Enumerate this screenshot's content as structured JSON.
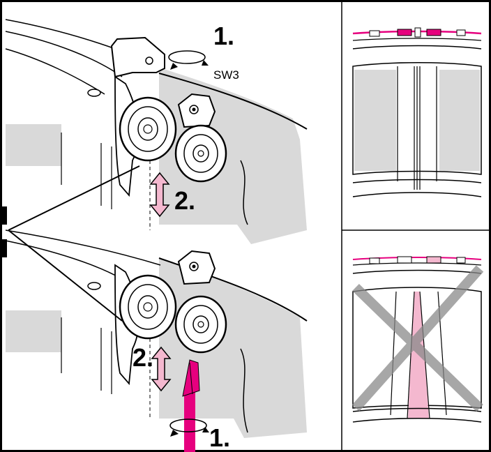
{
  "labels": {
    "step1_top": "1.",
    "tool_size": "SW3",
    "step2_top": "2.",
    "step2_bottom": "2.",
    "step1_bottom": "1."
  },
  "colors": {
    "accent": "#e6007e",
    "accent_light": "#f4b8cf",
    "panel_grey": "#d9d9d9",
    "cross_grey": "#8a8a8a",
    "outline": "#000000"
  },
  "icons": {
    "rotate_top": "rotation-arrow-icon",
    "rotate_bottom": "rotation-arrow-icon",
    "adjust_top": "vertical-double-arrow-icon",
    "adjust_bottom": "vertical-double-arrow-icon",
    "tool": "screwdriver-icon",
    "incorrect": "cross-mark-icon"
  }
}
